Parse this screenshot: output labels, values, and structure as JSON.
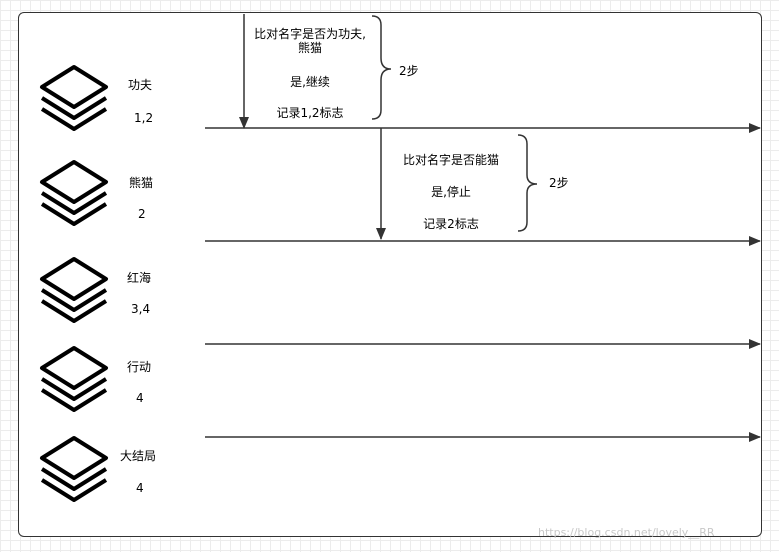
{
  "stages": [
    {
      "name": "功夫",
      "ids": "1,2"
    },
    {
      "name": "熊猫",
      "ids": "2"
    },
    {
      "name": "红海",
      "ids": "3,4"
    },
    {
      "name": "行动",
      "ids": "4"
    },
    {
      "name": "大结局",
      "ids": "4"
    }
  ],
  "steps": [
    {
      "lines": [
        "比对名字是否为功夫,熊猫",
        "是,继续",
        "记录1,2标志"
      ],
      "brace_label": "2步"
    },
    {
      "lines": [
        "比对名字是否能猫",
        "是,停止",
        "记录2标志"
      ],
      "brace_label": "2步"
    }
  ],
  "icon": "layers-icon",
  "watermark": "https://blog.csdn.net/lovely__RR"
}
